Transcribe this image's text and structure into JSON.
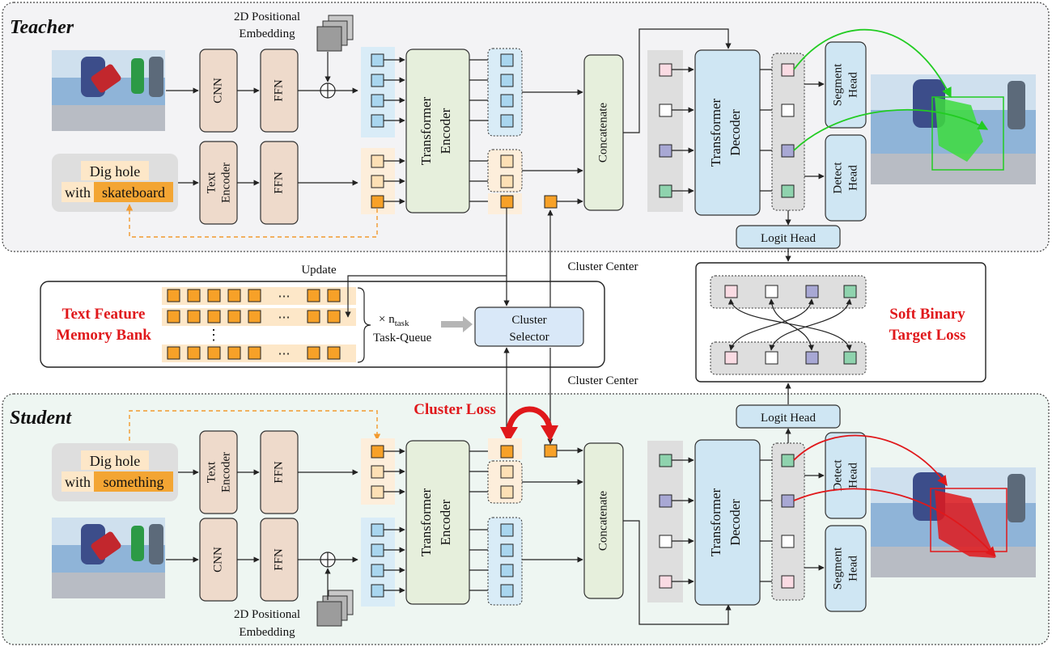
{
  "teacher_label": "Teacher",
  "student_label": "Student",
  "positional_embedding_line1": "2D Positional",
  "positional_embedding_line2": "Embedding",
  "cnn": "CNN",
  "ffn": "FFN",
  "text_encoder_line1": "Text",
  "text_encoder_line2": "Encoder",
  "transformer_encoder_line1": "Transformer",
  "transformer_encoder_line2": "Encoder",
  "transformer_decoder_line1": "Transformer",
  "transformer_decoder_line2": "Decoder",
  "concatenate": "Concatenate",
  "segment_head_line1": "Segment",
  "segment_head_line2": "Head",
  "detect_head_line1": "Detect",
  "detect_head_line2": "Head",
  "logit_head": "Logit Head",
  "teacher_prompt_line1": "Dig hole",
  "teacher_prompt_with": "with",
  "teacher_prompt_object": "skateboard",
  "student_prompt_line1": "Dig hole",
  "student_prompt_with": "with",
  "student_prompt_object": "something",
  "update": "Update",
  "cluster_center": "Cluster Center",
  "memory_bank_line1": "Text Feature",
  "memory_bank_line2": "Memory Bank",
  "times_n": "× n",
  "task_subscript": "task",
  "task_queue": "Task-Queue",
  "ellipsis": "⋯",
  "vertical_ellipsis": "⋮",
  "cluster_selector_line1": "Cluster",
  "cluster_selector_line2": "Selector",
  "cluster_loss": "Cluster Loss",
  "soft_binary_line1": "Soft Binary",
  "soft_binary_line2": "Target Loss",
  "colors": {
    "orange": "#f7a128",
    "blue_token": "#a9d6ef",
    "light_orange": "#fde0b5",
    "pink": "#fadbe3",
    "purple": "#a8a8d4",
    "green": "#8fd3ae",
    "red": "#e0181b"
  }
}
